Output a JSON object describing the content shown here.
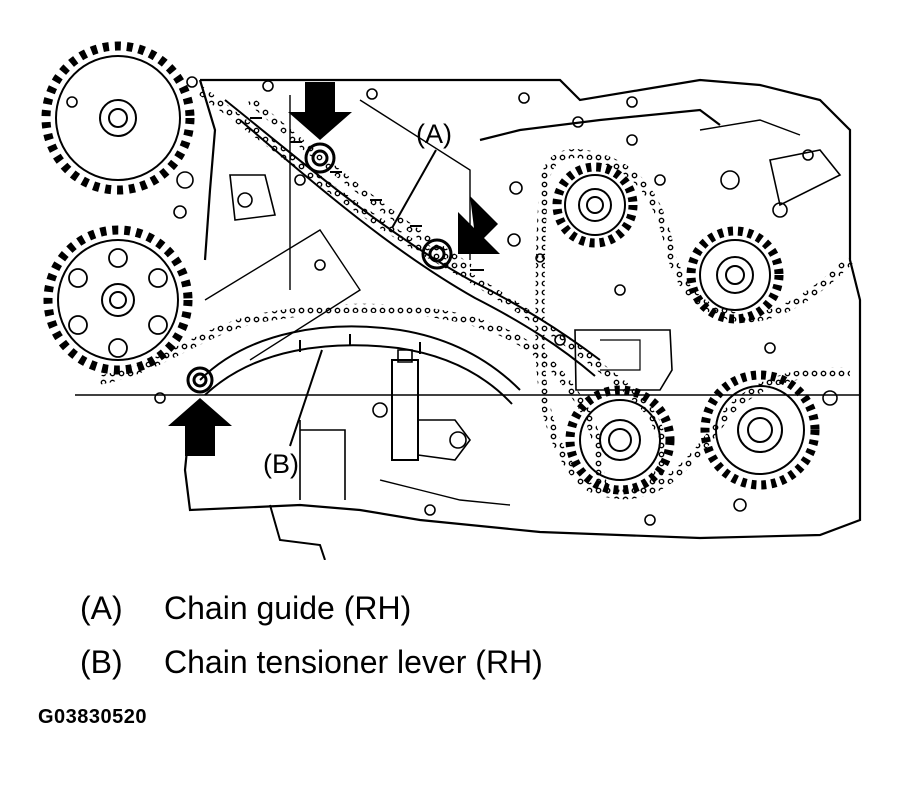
{
  "diagram": {
    "callouts": {
      "a": "(A)",
      "b": "(B)"
    }
  },
  "legend": [
    {
      "key": "(A)",
      "text": "Chain guide (RH)"
    },
    {
      "key": "(B)",
      "text": "Chain tensioner lever (RH)"
    }
  ],
  "figure_id": "G03830520",
  "colors": {
    "ink": "#000000",
    "paper": "#ffffff"
  }
}
